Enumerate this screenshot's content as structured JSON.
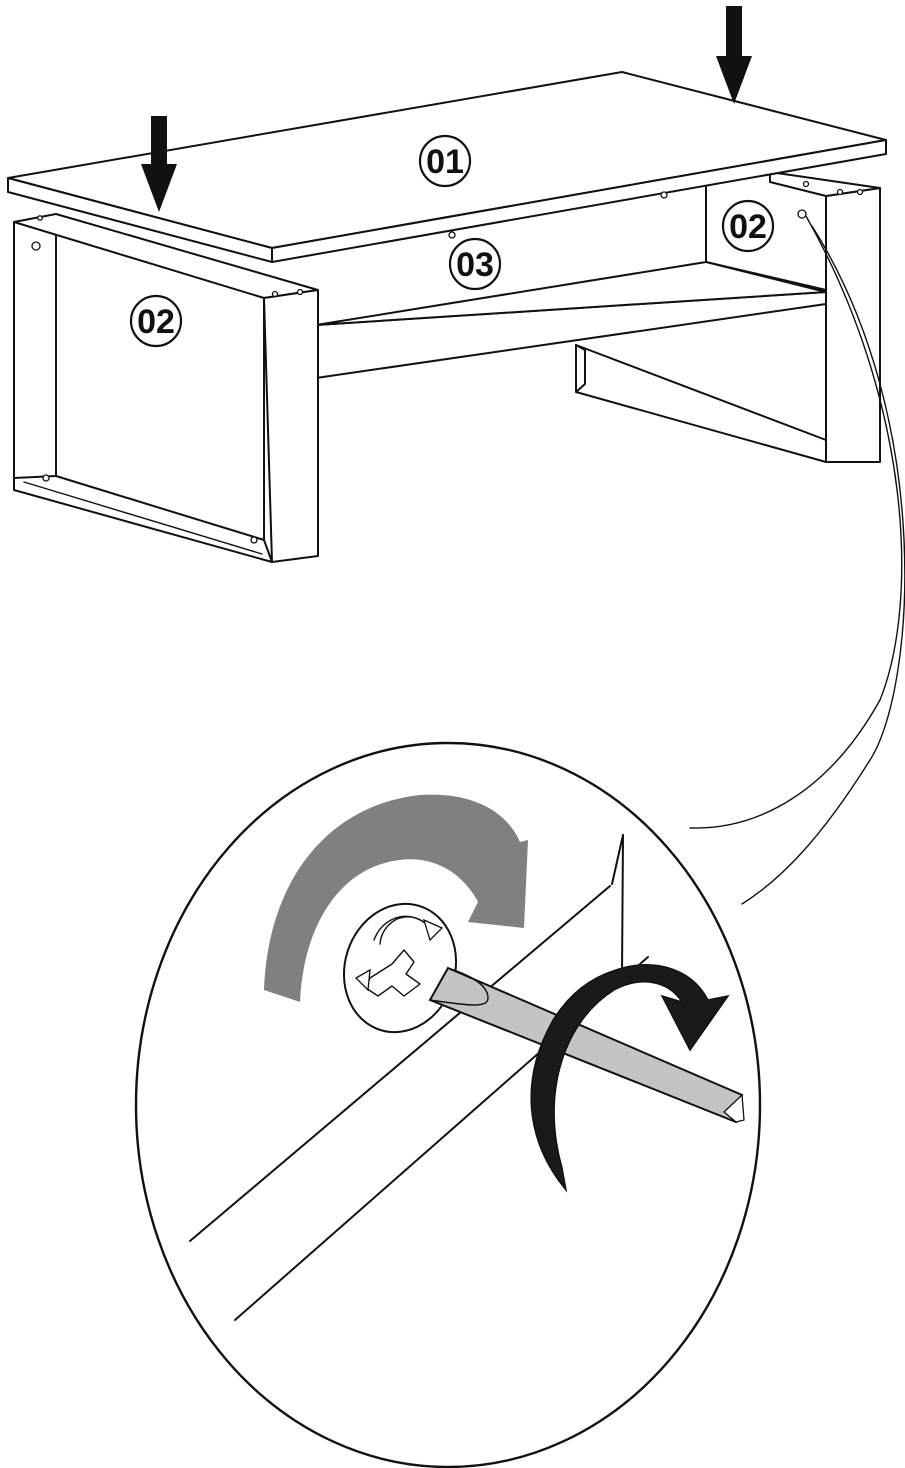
{
  "parts": {
    "top_panel": {
      "label": "01"
    },
    "side_panel_left": {
      "label": "02"
    },
    "side_panel_right": {
      "label": "02"
    },
    "shelf_panel": {
      "label": "03"
    }
  },
  "detail": {
    "fitting": "cam-lock",
    "tool": "flat-screwdriver",
    "rotation": "clockwise"
  },
  "colors": {
    "line": "#111111",
    "fitting_arrow": "#808080",
    "tool_arrow": "#1a1a1a",
    "screwdriver_shaft": "#c4c4c4"
  }
}
